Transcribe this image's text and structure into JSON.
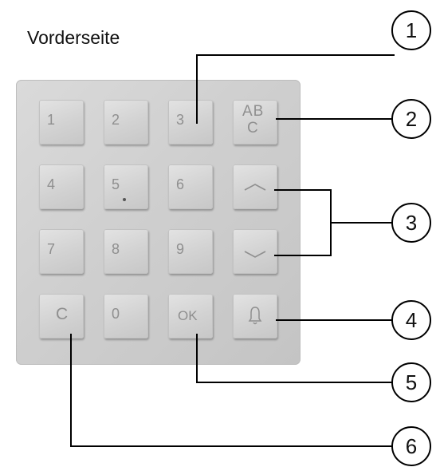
{
  "title": "Vorderseite",
  "keys": {
    "k1": "1",
    "k2": "2",
    "k3": "3",
    "k4": "4",
    "k5": "5",
    "k6": "6",
    "k7": "7",
    "k8": "8",
    "k9": "9",
    "k0": "0",
    "abc_line1": "AB",
    "abc_line2": "C",
    "clear": "C",
    "ok": "OK",
    "up_icon": "chevron-up-icon",
    "down_icon": "chevron-down-icon",
    "bell_icon": "bell-icon"
  },
  "callouts": [
    "1",
    "2",
    "3",
    "4",
    "5",
    "6"
  ]
}
